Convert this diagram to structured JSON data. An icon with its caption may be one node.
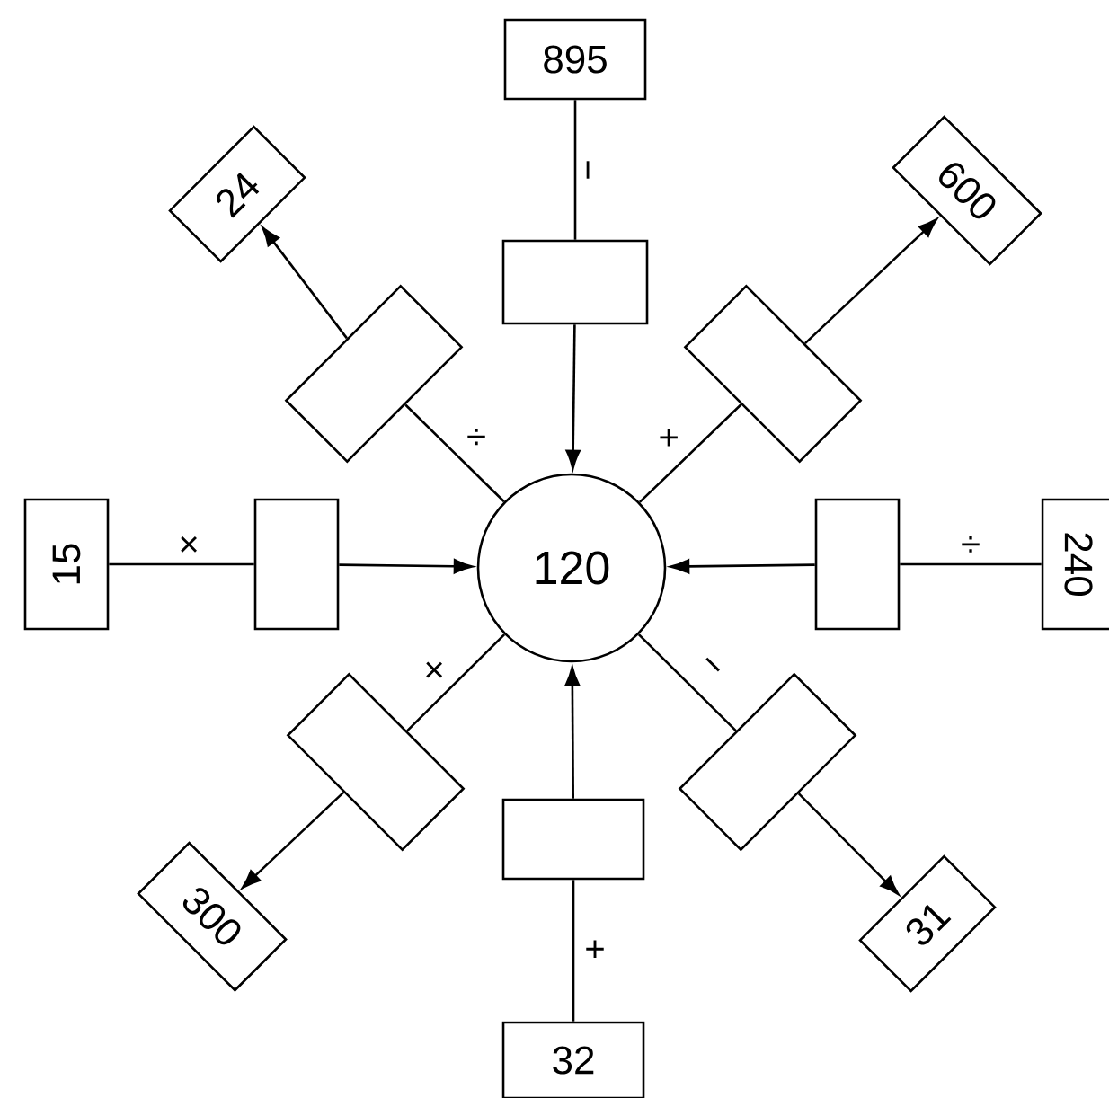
{
  "diagram": {
    "nodes": [
      {
        "text": [
          "895"
        ]
      },
      {
        "text": [],
        "shape": "box"
      },
      {
        "text": [
          "24"
        ]
      },
      {
        "text": [],
        "shape": "box"
      },
      {
        "text": [
          "600"
        ]
      },
      {
        "text": [],
        "shape": "box"
      },
      {
        "text": [
          "15"
        ]
      },
      {
        "text": [],
        "shape": "box"
      },
      {
        "text": [
          "120"
        ]
      },
      {
        "text": [],
        "shape": "box"
      },
      {
        "text": [
          "240"
        ]
      },
      {
        "text": [],
        "shape": "box"
      },
      {
        "text": [
          "300"
        ]
      },
      {
        "text": [],
        "shape": "box"
      },
      {
        "text": [
          "31"
        ]
      },
      {
        "text": [],
        "shape": "box"
      },
      {
        "text": [
          "32"
        ]
      }
    ],
    "edges": [
      {
        "from": 0,
        "to": 1,
        "arrow": "none",
        "label": "−"
      },
      {
        "from": 1,
        "to": 8,
        "arrow": "to"
      },
      {
        "from": 8,
        "to": 3,
        "arrow": "none",
        "label": "÷"
      },
      {
        "from": 3,
        "to": 2,
        "arrow": "to"
      },
      {
        "from": 8,
        "to": 5,
        "arrow": "none",
        "label": "+"
      },
      {
        "from": 5,
        "to": 4,
        "arrow": "to"
      },
      {
        "from": 6,
        "to": 7,
        "arrow": "none",
        "label": "×"
      },
      {
        "from": 7,
        "to": 8,
        "arrow": "to"
      },
      {
        "from": 10,
        "to": 9,
        "arrow": "none",
        "label": "÷"
      },
      {
        "from": 9,
        "to": 8,
        "arrow": "to"
      },
      {
        "from": 8,
        "to": 11,
        "arrow": "none",
        "label": "×"
      },
      {
        "from": 11,
        "to": 12,
        "arrow": "to"
      },
      {
        "from": 8,
        "to": 13,
        "arrow": "none",
        "label": "−"
      },
      {
        "from": 13,
        "to": 14,
        "arrow": "to"
      },
      {
        "from": 16,
        "to": 15,
        "arrow": "none",
        "label": "+"
      },
      {
        "from": 15,
        "to": 8,
        "arrow": "to"
      }
    ]
  }
}
